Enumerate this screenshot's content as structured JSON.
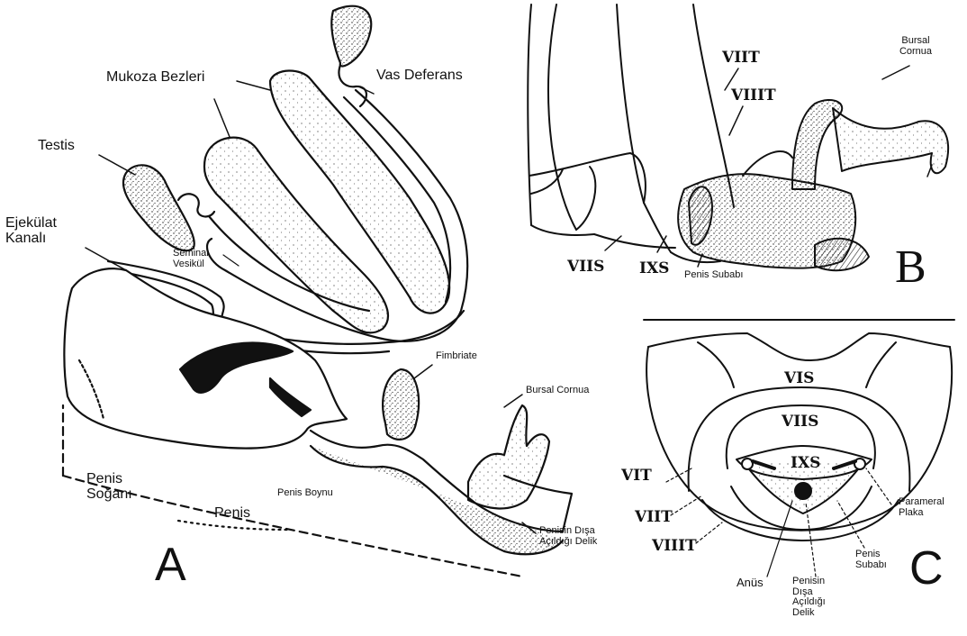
{
  "panels": {
    "a": {
      "letter": "A",
      "labels": {
        "vas_deferens": "Vas Deferans",
        "mukoza_bezleri": "Mukoza Bezleri",
        "testis": "Testis",
        "ejekulat_kanali": "Ejekülat Kanalı",
        "seminal_vesikul": "Seminal Vesikül",
        "fimbriate": "Fimbriate",
        "bursal_cornua": "Bursal Cornua",
        "penis_sogani": "Penis Soğanı",
        "penis": "Penis",
        "penis_boynu": "Penis Boynu",
        "penisin_disa_acildigi_delik": "Penisin Dışa Açıldığı Delik"
      }
    },
    "b": {
      "letter": "B",
      "labels": {
        "viit": "VIIT",
        "viiit": "VIIIT",
        "bursal_cornua": "Bursal Cornua",
        "viis": "VIIS",
        "ixs": "IXS",
        "penis_subabi": "Penis Subabı"
      }
    },
    "c": {
      "letter": "C",
      "labels": {
        "vis": "VIS",
        "viis": "VIIS",
        "ixs": "IXS",
        "vit": "VIT",
        "viit": "VIIT",
        "viiit": "VIIIT",
        "parameral_plaka": "Parameral Plaka",
        "anus": "Anüs",
        "penisin_disa_acildigi_delik": "Penisin Dışa Açıldığı Delik",
        "penis_subabi": "Penis Subabı"
      }
    }
  }
}
